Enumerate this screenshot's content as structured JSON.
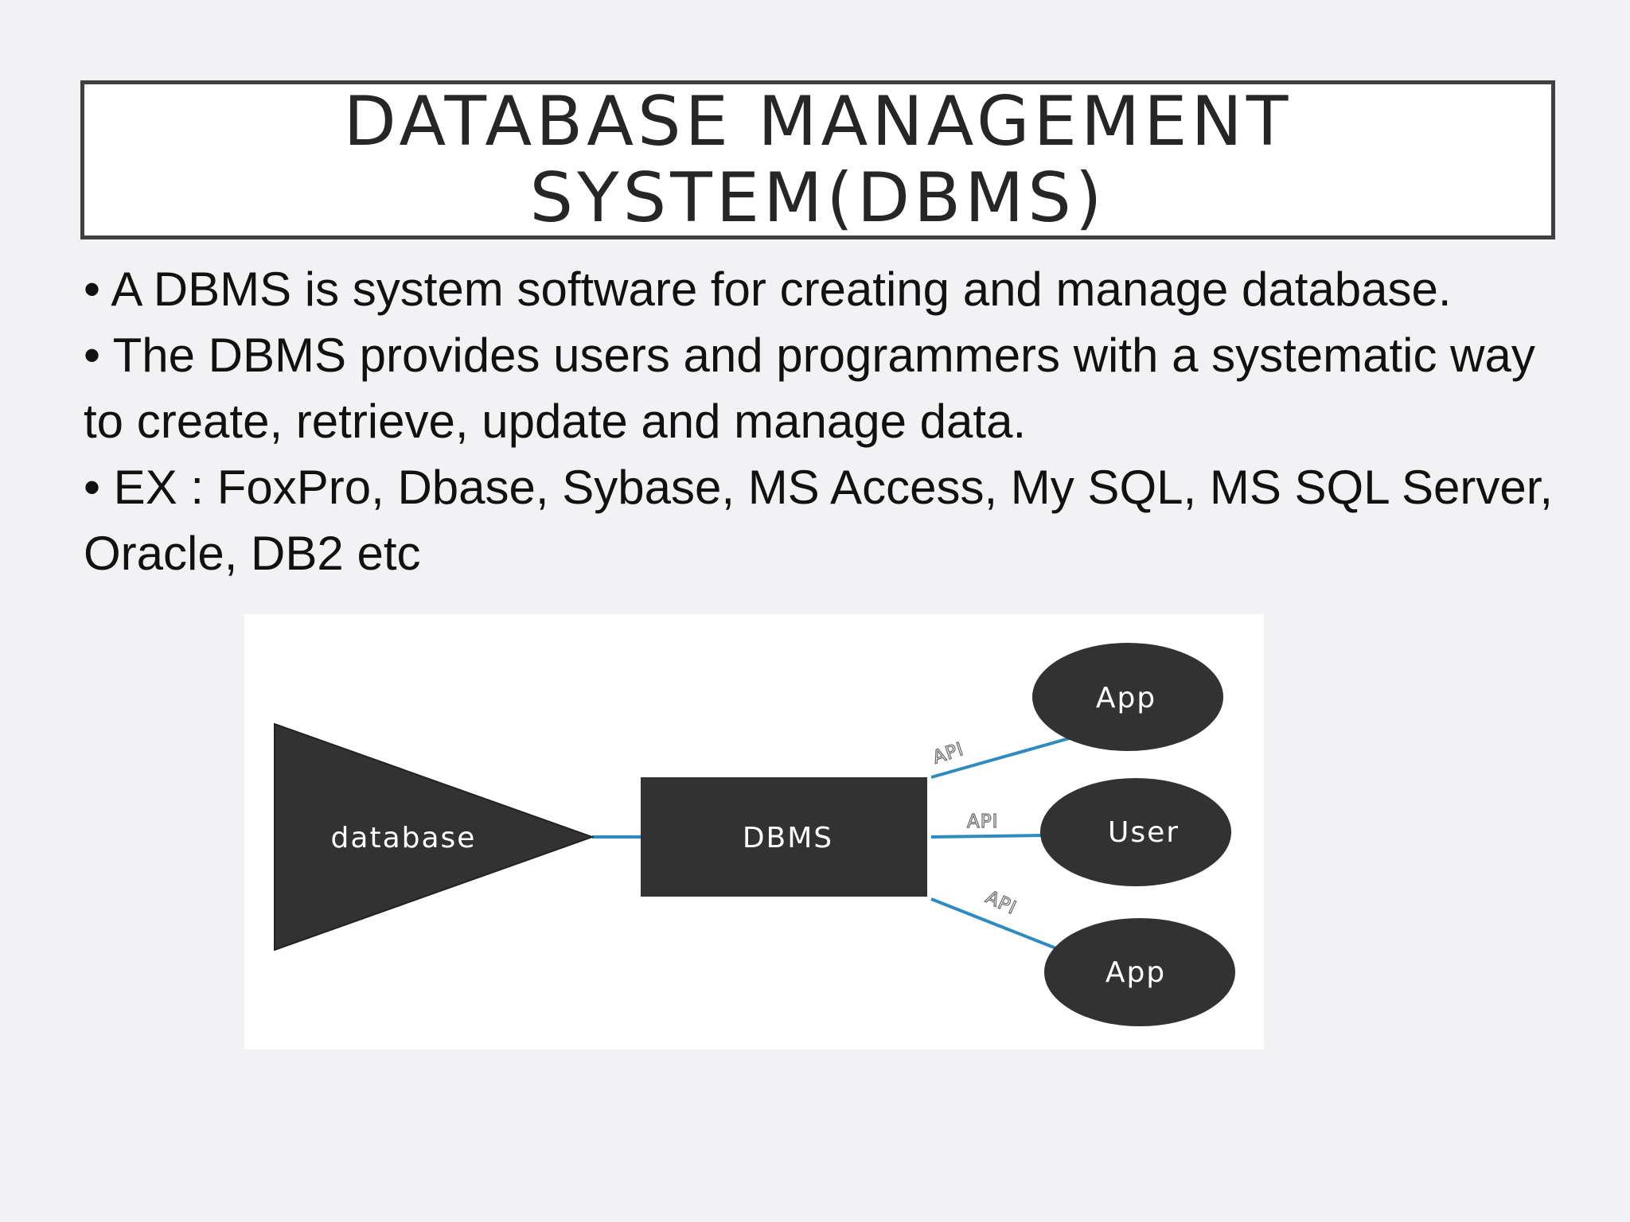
{
  "slide": {
    "title_line1": "DATABASE MANAGEMENT",
    "title_line2": "SYSTEM(DBMS)",
    "paragraphs": [
      "• A  DBMS is system software for creating and manage database.",
      "• The DBMS provides users and programmers with a systematic way to create, retrieve, update and manage data.",
      "• EX : FoxPro, Dbase, Sybase, MS Access, My SQL, MS SQL Server, Oracle, DB2 etc"
    ]
  },
  "diagram": {
    "nodes": {
      "database": "database",
      "dbms": "DBMS",
      "app_top": "App",
      "user": "User",
      "app_bottom": "App"
    },
    "edge_labels": {
      "top": "API",
      "middle": "API",
      "bottom": "API"
    },
    "colors": {
      "node_fill": "#323232",
      "edge": "#2e8bc0",
      "node_text": "#ffffff"
    }
  }
}
